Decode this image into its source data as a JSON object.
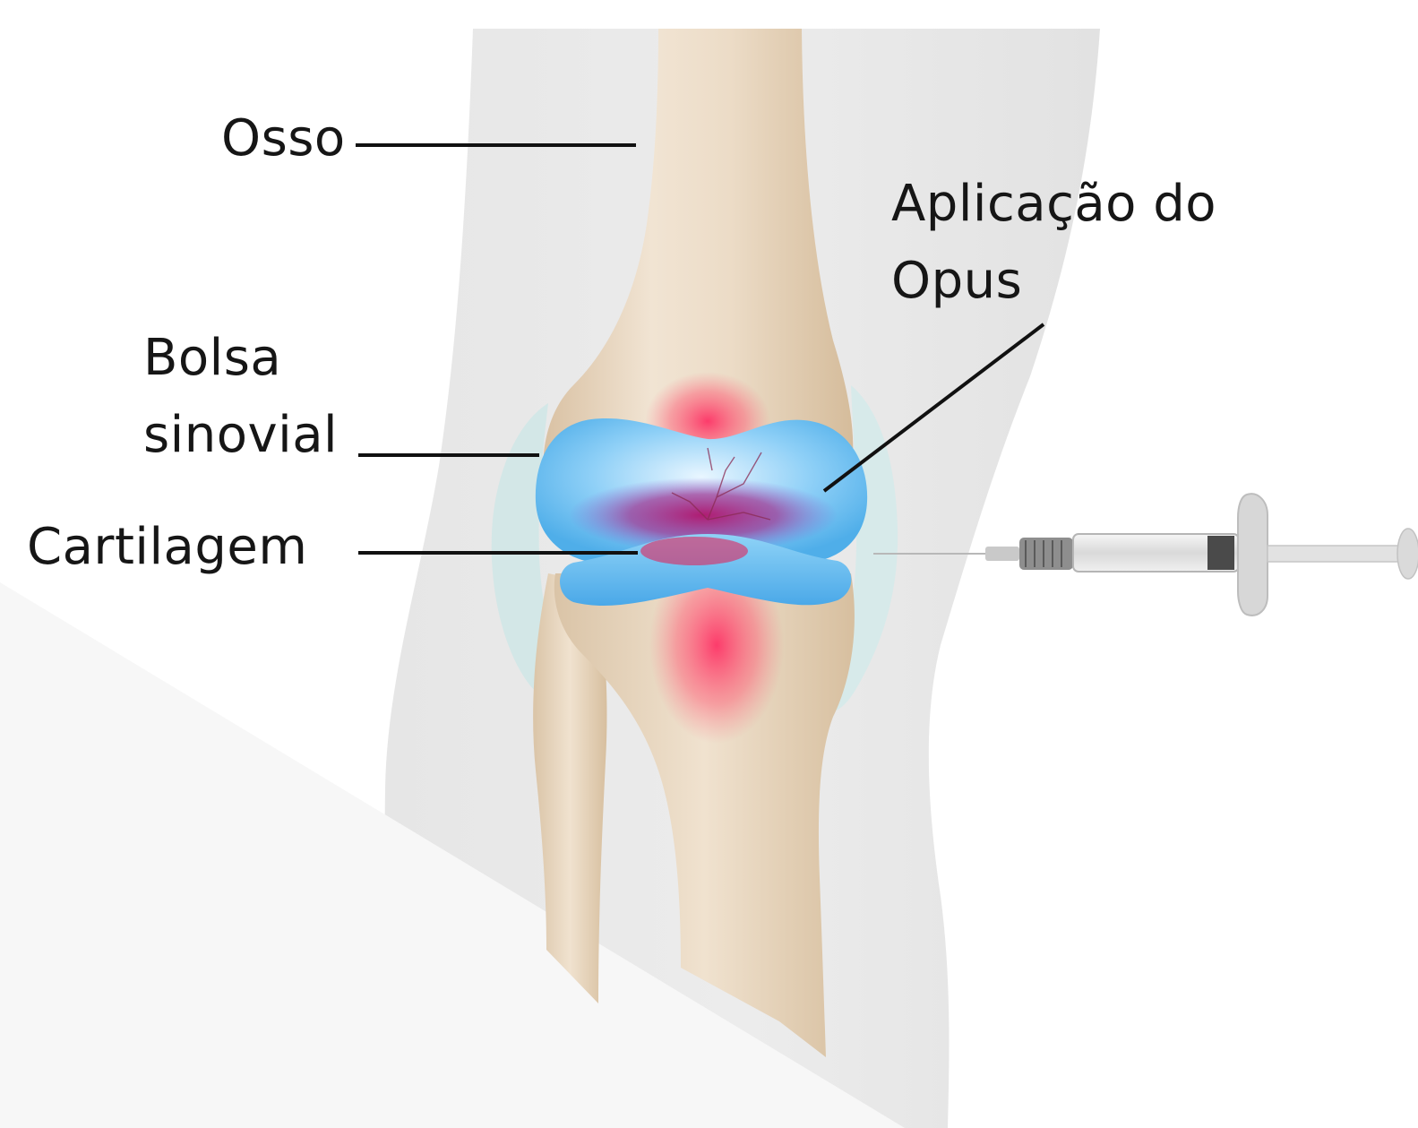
{
  "labels": {
    "osso": "Osso",
    "aplicacao": {
      "line1": "Aplicação do",
      "line2": "Opus"
    },
    "bolsa": {
      "line1": "Bolsa",
      "line2": "sinovial"
    },
    "cartilagem": "Cartilagem"
  },
  "colors": {
    "background": "#ffffff",
    "leg_silhouette": "#e4e4e4",
    "bone": "#ead9c2",
    "synovial_pouch": "#cfe8ea",
    "cartilage": "#66b9f0",
    "inflammation": "#e0245e",
    "label_text": "#161616",
    "leader_line": "#111111"
  },
  "icons": [
    "knee-joint-illustration",
    "syringe-icon"
  ]
}
